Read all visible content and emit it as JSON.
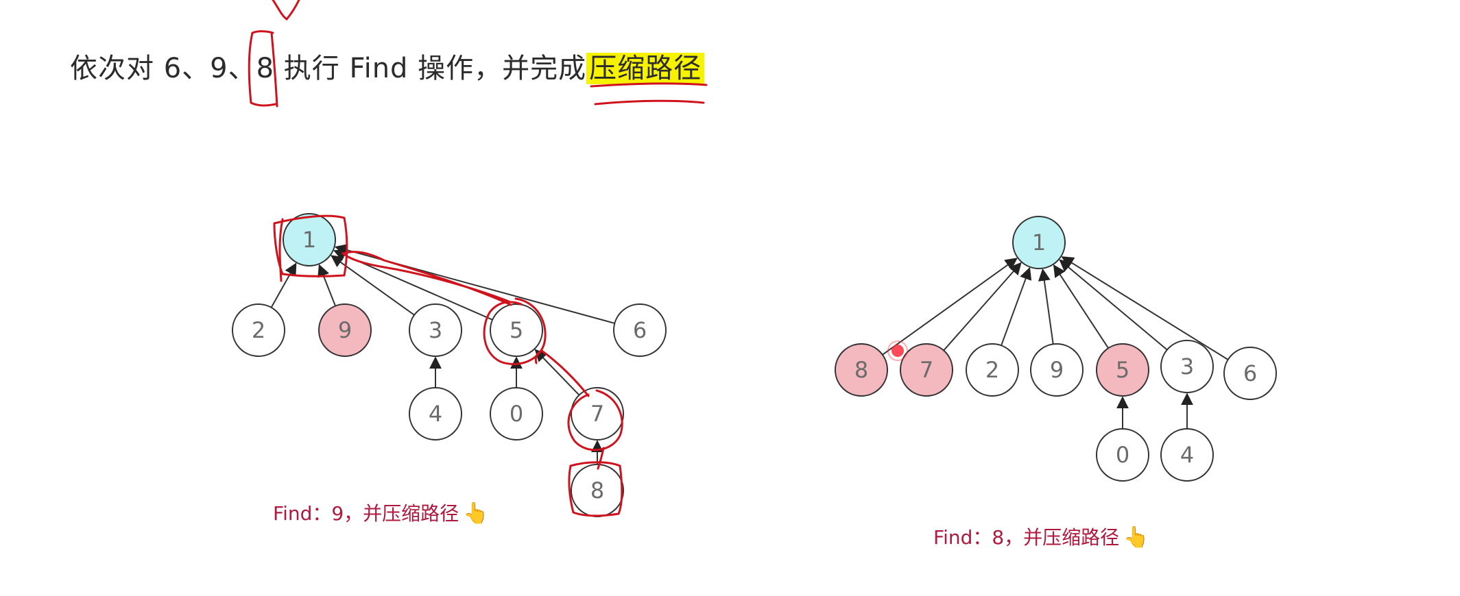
{
  "headline": {
    "before": "依次对 6、9、8 执行 Find 操作，并完成",
    "highlight": "压缩路径"
  },
  "colors": {
    "root_fill": "#bff2f4",
    "highlight_fill": "#f4b8bf",
    "plain_fill": "#ffffff",
    "ink_red": "#d0121d",
    "caption_red": "#b0183e",
    "edge": "#333333"
  },
  "trees": [
    {
      "caption": "Find：9，并压缩路径",
      "hand": "👆",
      "nodes": [
        {
          "id": "L1",
          "label": "1",
          "style": "root"
        },
        {
          "id": "L2",
          "label": "2",
          "style": "plain"
        },
        {
          "id": "L9",
          "label": "9",
          "style": "highlight"
        },
        {
          "id": "L3",
          "label": "3",
          "style": "plain"
        },
        {
          "id": "L5",
          "label": "5",
          "style": "plain"
        },
        {
          "id": "L6",
          "label": "6",
          "style": "plain"
        },
        {
          "id": "L4",
          "label": "4",
          "style": "plain"
        },
        {
          "id": "L0",
          "label": "0",
          "style": "plain"
        },
        {
          "id": "L7",
          "label": "7",
          "style": "plain"
        },
        {
          "id": "L8",
          "label": "8",
          "style": "plain"
        }
      ],
      "edges": [
        {
          "from": "L2",
          "to": "L1"
        },
        {
          "from": "L9",
          "to": "L1"
        },
        {
          "from": "L3",
          "to": "L1"
        },
        {
          "from": "L5",
          "to": "L1"
        },
        {
          "from": "L6",
          "to": "L1"
        },
        {
          "from": "L4",
          "to": "L3"
        },
        {
          "from": "L0",
          "to": "L5"
        },
        {
          "from": "L7",
          "to": "L5"
        },
        {
          "from": "L8",
          "to": "L7"
        }
      ]
    },
    {
      "caption": "Find：8，并压缩路径",
      "hand": "👆",
      "nodes": [
        {
          "id": "R1",
          "label": "1",
          "style": "root"
        },
        {
          "id": "R8",
          "label": "8",
          "style": "highlight"
        },
        {
          "id": "R7",
          "label": "7",
          "style": "highlight"
        },
        {
          "id": "R2",
          "label": "2",
          "style": "plain"
        },
        {
          "id": "R9",
          "label": "9",
          "style": "plain"
        },
        {
          "id": "R5",
          "label": "5",
          "style": "highlight"
        },
        {
          "id": "R3",
          "label": "3",
          "style": "plain"
        },
        {
          "id": "R6",
          "label": "6",
          "style": "plain"
        },
        {
          "id": "R0",
          "label": "0",
          "style": "plain"
        },
        {
          "id": "R4",
          "label": "4",
          "style": "plain"
        }
      ],
      "edges": [
        {
          "from": "R8",
          "to": "R1"
        },
        {
          "from": "R7",
          "to": "R1"
        },
        {
          "from": "R2",
          "to": "R1"
        },
        {
          "from": "R9",
          "to": "R1"
        },
        {
          "from": "R5",
          "to": "R1"
        },
        {
          "from": "R3",
          "to": "R1"
        },
        {
          "from": "R6",
          "to": "R1"
        },
        {
          "from": "R0",
          "to": "R5"
        },
        {
          "from": "R4",
          "to": "R3"
        }
      ]
    }
  ]
}
